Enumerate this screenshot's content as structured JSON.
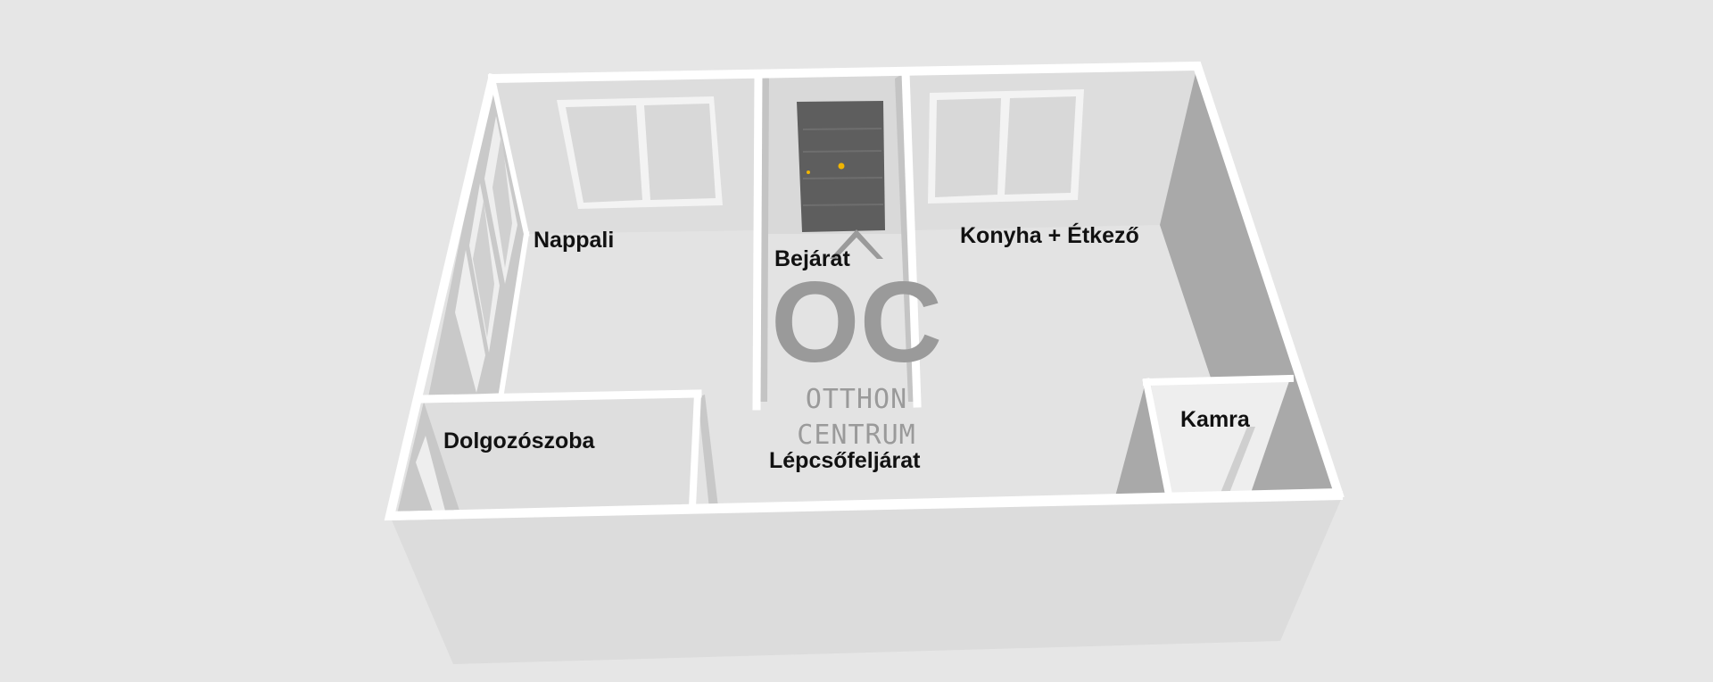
{
  "rooms": {
    "nappali": "Nappali",
    "bejarat": "Bejárat",
    "konyha": "Konyha + Étkező",
    "dolgozo": "Dolgozószoba",
    "lepcso": "Lépcsőfeljárat",
    "kamra": "Kamra"
  },
  "watermark": {
    "monogram": "OC",
    "line1": "OTTHON",
    "line2": "CENTRUM"
  },
  "colors": {
    "background": "#e6e6e6",
    "floor": "#e3e3e3",
    "wall_top": "#ffffff",
    "shadow_wall": "#a9a9a9",
    "front_wall": "#dcdcdc",
    "door": "#5e5e5e",
    "door_knob": "#f0b400",
    "window_glass": "#d8d8d8",
    "watermark": "#9a9a9a"
  }
}
